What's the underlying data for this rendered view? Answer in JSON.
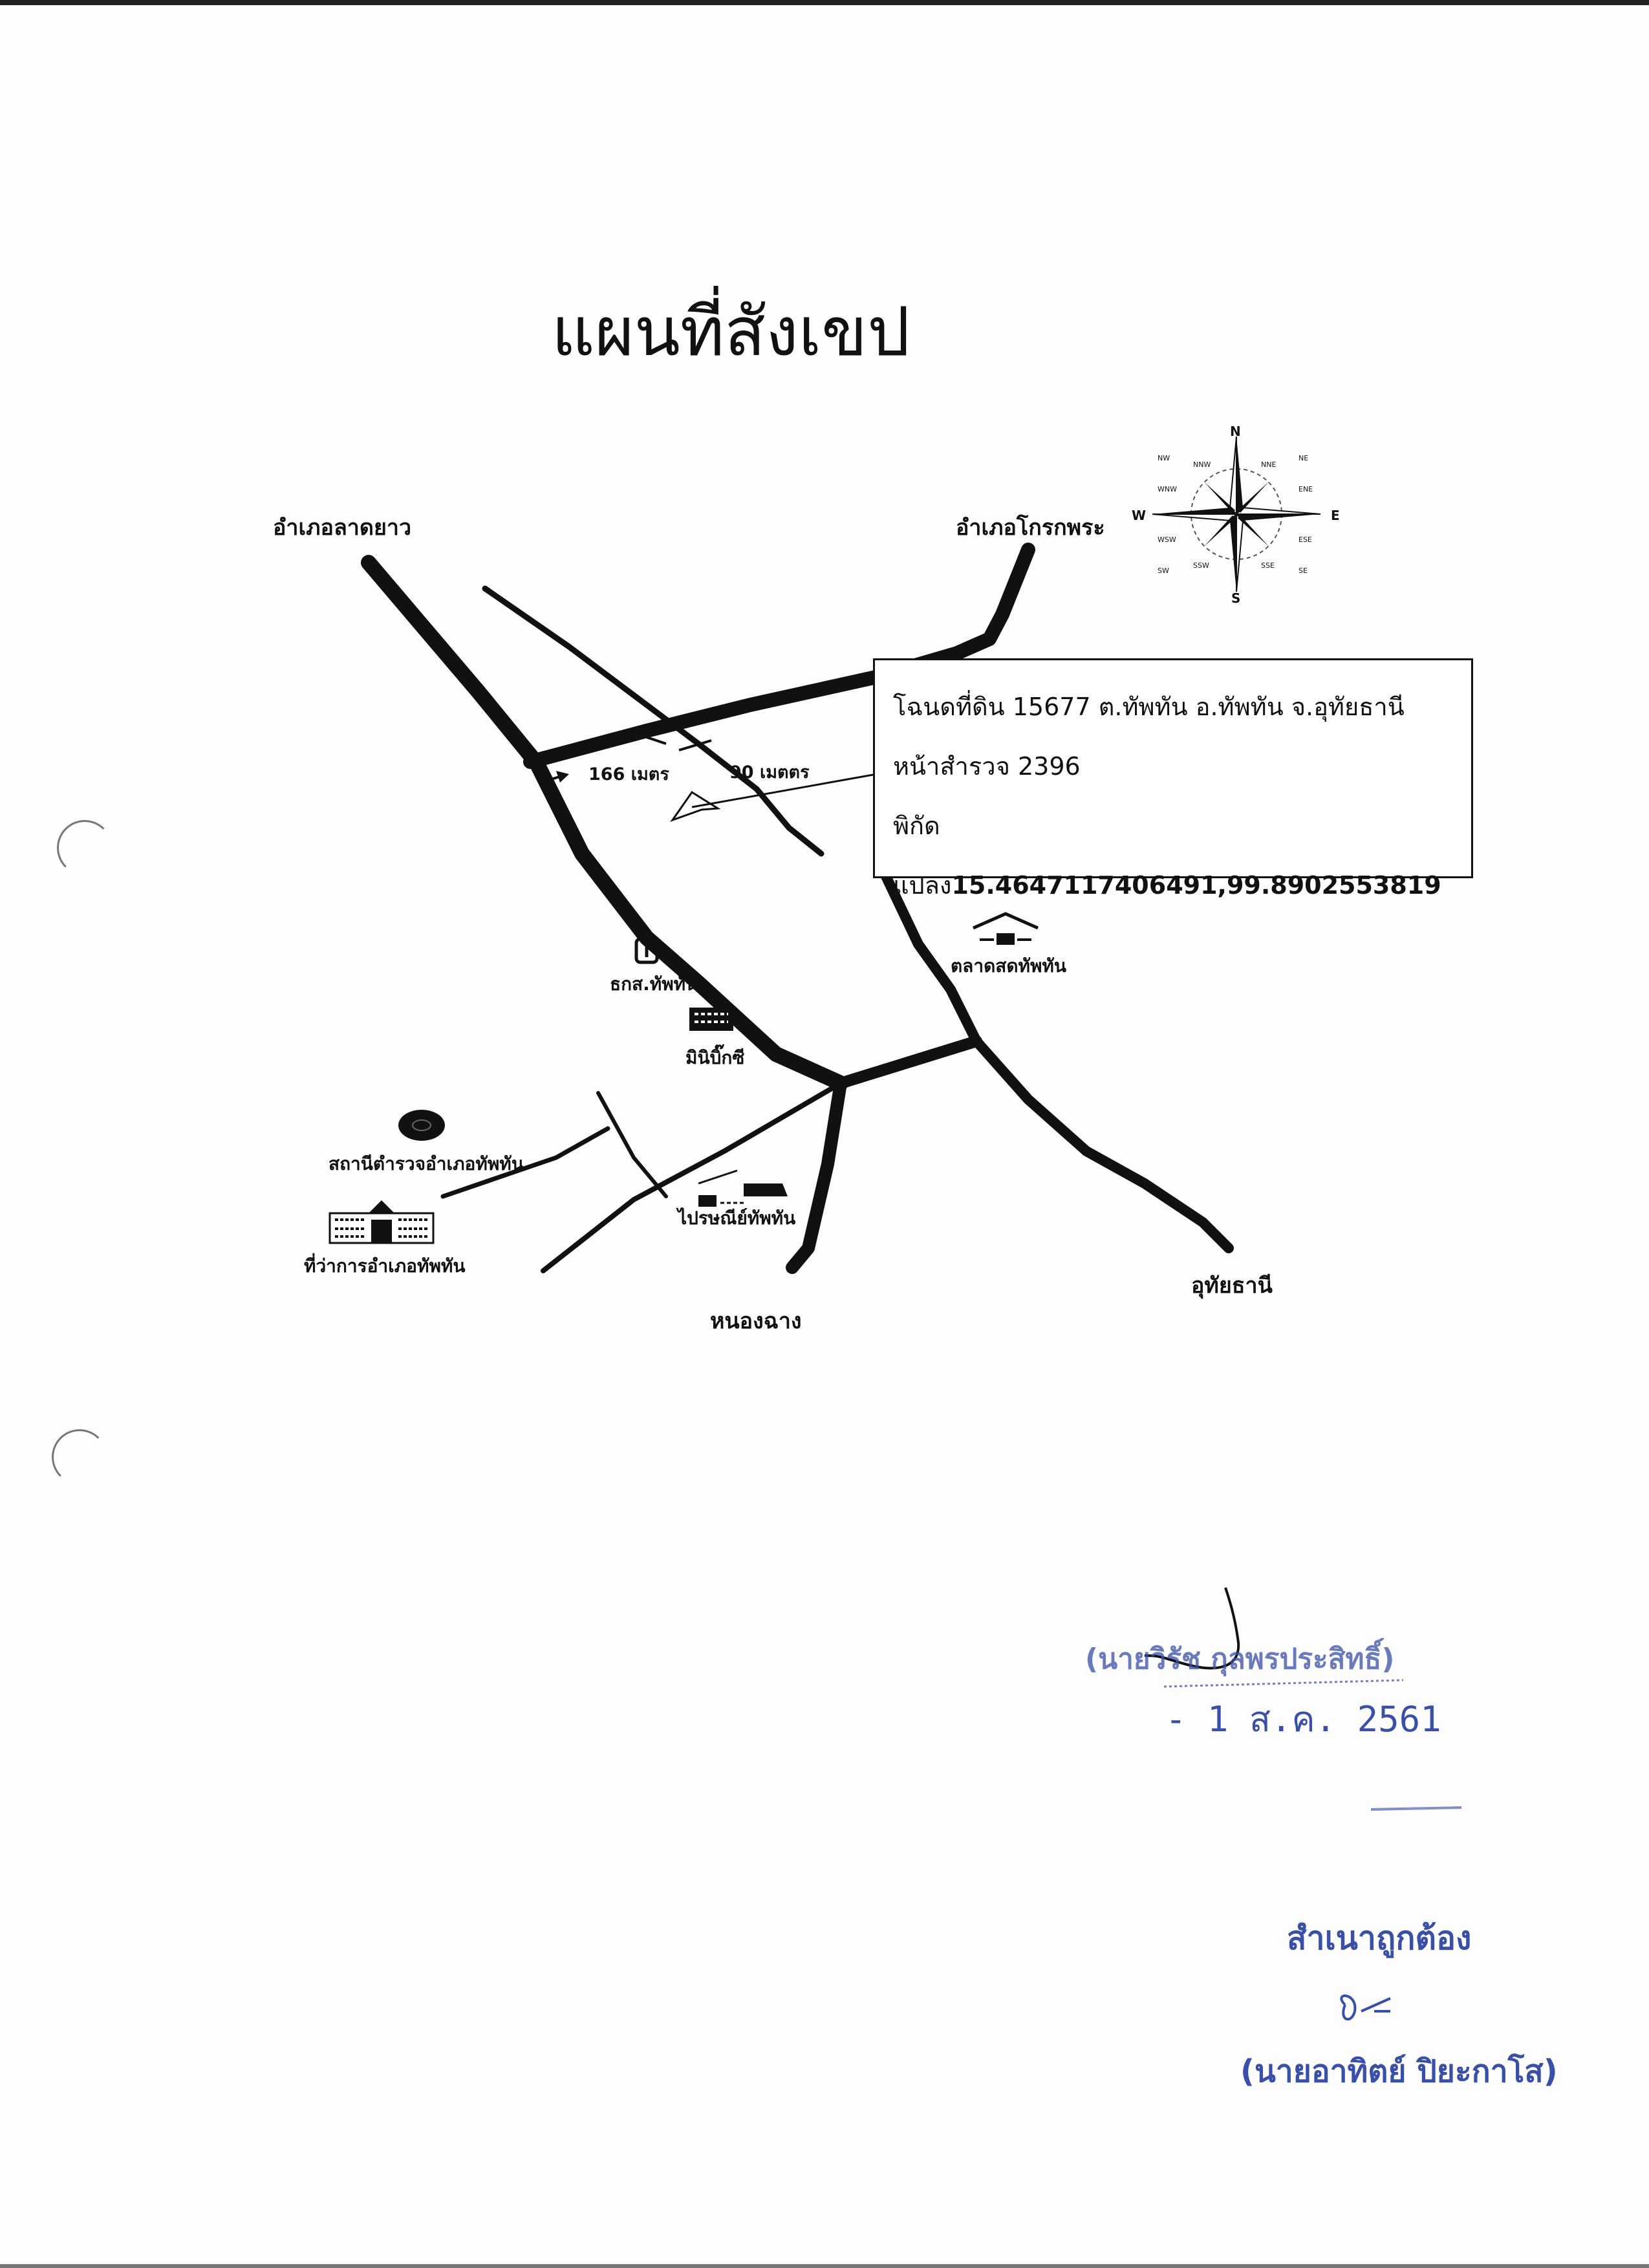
{
  "title": "แผนที่สังเขป",
  "places": {
    "lat_yao": "อำเภอลาดยาว",
    "khok_phra": "อำเภอโกรกพระ",
    "uthai_thani": "อุทัยธานี",
    "nong_chang": "หนองฉาง",
    "baac": "ธกส.ทัพทัน",
    "mini_big_c": "มินิบิ๊กซี",
    "market": "ตลาดสดทัพทัน",
    "police": "สถานีตำรวจอำเภอทัพทัน",
    "district_office": "ที่ว่าการอำเภอทัพทัน",
    "post_office": "ไปรษณีย์ทัพทัน"
  },
  "distances": {
    "d1": "166 เมตร",
    "d2": "90 เมตตร"
  },
  "compass": {
    "n": "N",
    "s": "S",
    "e": "E",
    "w": "W",
    "nw": "NW",
    "nnw": "NNW",
    "nne": "NNE",
    "ne": "NE",
    "wnw": "WNW",
    "ene": "ENE",
    "wsw": "WSW",
    "ese": "ESE",
    "sw": "SW",
    "ssw": "SSW",
    "sse": "SSE",
    "se": "SE"
  },
  "info": {
    "line1": "โฉนดที่ดิน 15677  ต.ทัพทัน อ.ทัพทัน จ.อุทัยธานี",
    "line2": "หน้าสำรวจ 2396",
    "coord_label": "พิกัดแปลง",
    "coord_value": "15.4647117406491,99.8902553819"
  },
  "stamps": {
    "name1": "(นายวิรัช  กุลพรประสิทธิ์)",
    "date": "- 1  ส.ค.  2561",
    "certified": "สำเนาถูกต้อง",
    "name2": "(นายอาทิตย์  ปิยะกาโส)"
  },
  "colors": {
    "ink": "#111111",
    "stamp": "#3a4fa6"
  }
}
